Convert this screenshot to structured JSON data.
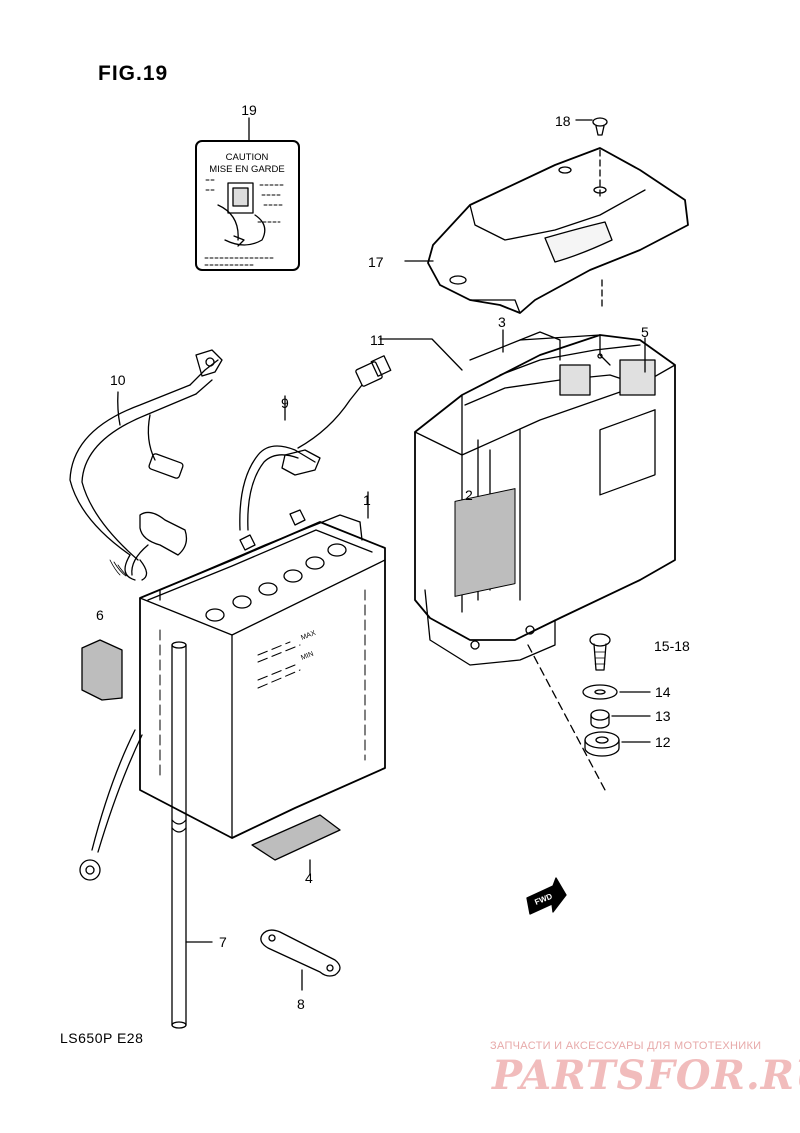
{
  "figure": {
    "title": "FIG.19"
  },
  "caution_label": {
    "line1": "CAUTION",
    "line2": "MISE EN GARDE"
  },
  "callouts": {
    "p1": "1",
    "p2": "2",
    "p3": "3",
    "p4": "4",
    "p5": "5",
    "p6": "6",
    "p7": "7",
    "p8": "8",
    "p9": "9",
    "p10": "10",
    "p11": "11",
    "p12": "12",
    "p13": "13",
    "p14": "14",
    "p15_18": "15-18",
    "p17": "17",
    "p18": "18",
    "p19": "19"
  },
  "battery": {
    "max_label": "MAX",
    "min_label": "MIN"
  },
  "fwd_arrow": {
    "label": "FWD"
  },
  "model_caption": "LS650P  E28",
  "watermark": {
    "text": "ЗАПЧАСТИ И АКСЕССУАРЫ ДЛЯ МОТОТЕХНИКИ",
    "logo": "PARTSFOR.RU"
  }
}
